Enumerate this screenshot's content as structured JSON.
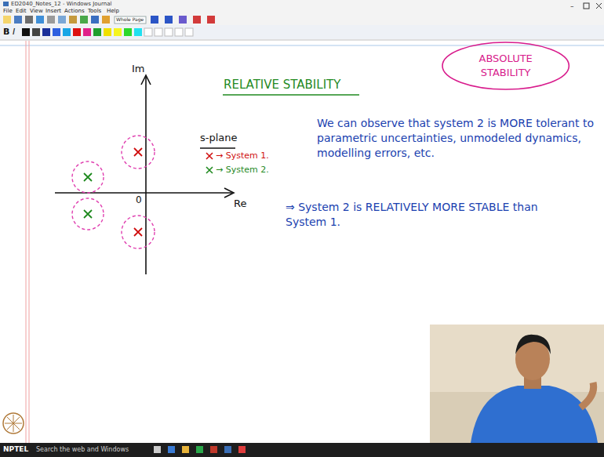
{
  "diagram": {
    "nodes": [
      {
        "text": [
          "ABSOLUTE STABILITY"
        ]
      }
    ],
    "labels": [
      "ED2040_Notes_12 - Windows Journal",
      "File",
      "Edit",
      "View",
      "Insert",
      "Actions",
      "Tools",
      "Help",
      "Whole Page",
      "B",
      "I",
      "Im",
      "Re",
      "0",
      "RELATIVE STABILITY",
      "s-plane",
      "We can observe that system 2 is MORE tolerant to parametric uncertainties, unmodeled dynamics, modelling errors, etc.",
      "⇒ System 2 is RELATIVELY MORE STABLE than System 1.",
      "NPTEL",
      "Search the web and Windows"
    ],
    "legend": [
      {
        "text": "→ System 1."
      },
      {
        "text": "→ System 2."
      }
    ]
  }
}
